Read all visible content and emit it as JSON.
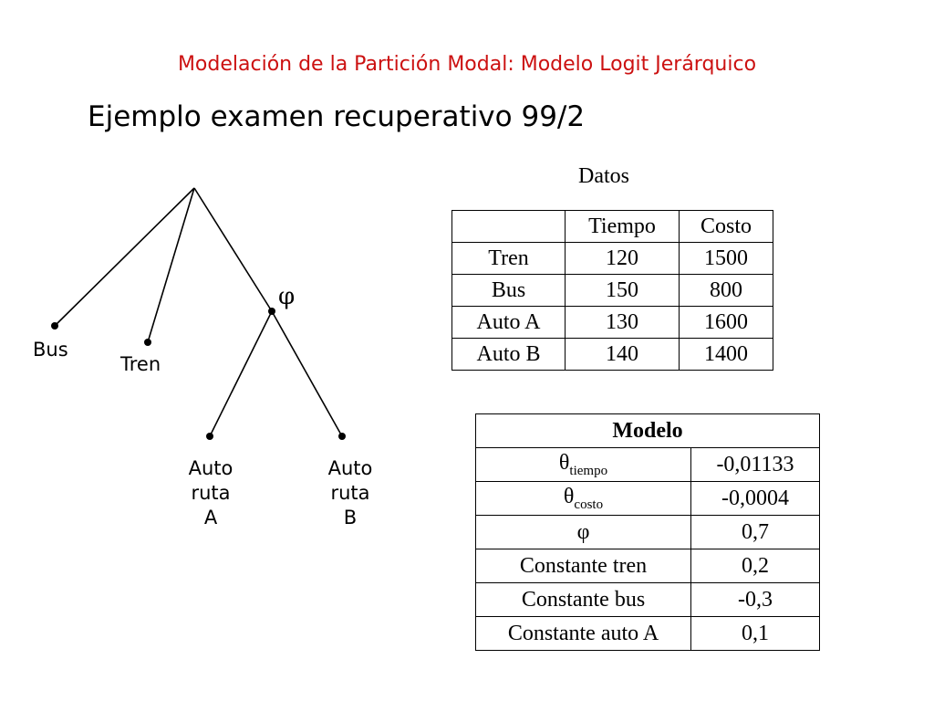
{
  "header": {
    "title": "Modelación de la Partición Modal: Modelo Logit Jerárquico",
    "subtitle": "Ejemplo examen recuperativo 99/2"
  },
  "tree": {
    "nest_symbol": "φ",
    "labels": {
      "bus": "Bus",
      "tren": "Tren",
      "auto_a": [
        "Auto",
        "ruta",
        "A"
      ],
      "auto_b": [
        "Auto",
        "ruta",
        "B"
      ]
    }
  },
  "datos": {
    "label": "Datos",
    "columns": [
      "",
      "Tiempo",
      "Costo"
    ],
    "rows": [
      [
        "Tren",
        "120",
        "1500"
      ],
      [
        "Bus",
        "150",
        "800"
      ],
      [
        "Auto A",
        "130",
        "1600"
      ],
      [
        "Auto B",
        "140",
        "1400"
      ]
    ]
  },
  "modelo": {
    "header": "Modelo",
    "rows": [
      {
        "symbol": "θ",
        "sub": "tiempo",
        "value": "-0,01133"
      },
      {
        "symbol": "θ",
        "sub": "costo",
        "value": "-0,0004"
      },
      {
        "symbol": "φ",
        "sub": "",
        "value": "0,7"
      },
      {
        "symbol": "Constante tren",
        "sub": "",
        "value": "0,2"
      },
      {
        "symbol": "Constante bus",
        "sub": "",
        "value": "-0,3"
      },
      {
        "symbol": "Constante auto A",
        "sub": "",
        "value": "0,1"
      }
    ]
  }
}
